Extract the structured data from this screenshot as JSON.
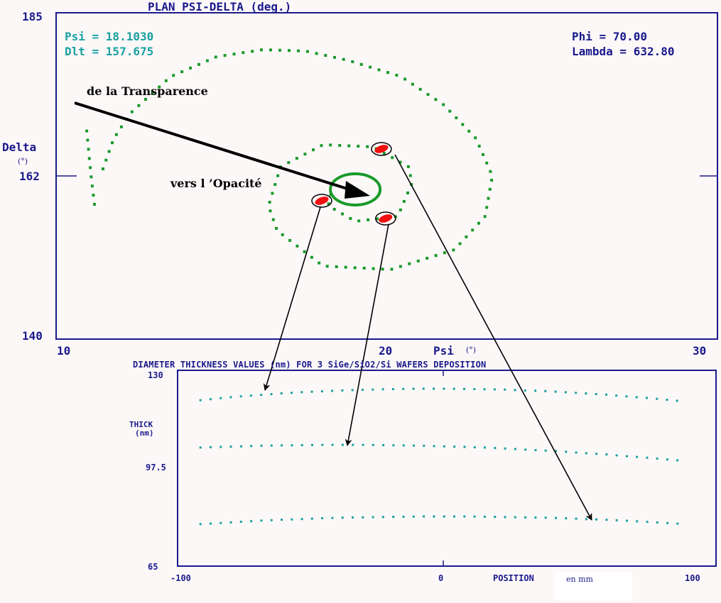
{
  "colors": {
    "axis": "#1a1a8c",
    "readout": "#1aa0a0",
    "trajectory": "#1a9a2a",
    "measure": "#f01010",
    "thickness": "#1aa0a0",
    "annotation": "#000000"
  },
  "chart_data": [
    {
      "type": "scatter",
      "title": "PLAN PSI-DELTA (deg.)",
      "xlabel": "Psi",
      "xunit": "(°)",
      "ylabel": "Delta",
      "yunit": "(°)",
      "xlim": [
        10,
        30
      ],
      "ylim": [
        140,
        185
      ],
      "xticks": [
        "10",
        "20",
        "30"
      ],
      "yticks": [
        "185",
        "162",
        "140"
      ],
      "readout": {
        "psi": "Psi = 18.1030",
        "dlt": "Dlt = 157.675",
        "phi": "Phi = 70.00",
        "lambda": "Lambda = 632.80"
      },
      "annotations": {
        "transparence": "de la Transparence",
        "opacite": "vers l ’Opacité"
      },
      "series": [
        {
          "name": "trajectory-hook",
          "points": [
            [
              10.91,
              158.0
            ],
            [
              10.8,
              162.3
            ],
            [
              10.65,
              169.3
            ]
          ]
        },
        {
          "name": "trajectory-spiral",
          "points": [
            [
              11.18,
              163.0
            ],
            [
              11.51,
              167.2
            ],
            [
              12.03,
              170.8
            ],
            [
              13.3,
              176.0
            ],
            [
              14.74,
              178.8
            ],
            [
              16.19,
              179.8
            ],
            [
              17.53,
              179.6
            ],
            [
              18.86,
              178.3
            ],
            [
              20.53,
              176.0
            ],
            [
              21.87,
              172.0
            ],
            [
              22.87,
              167.3
            ],
            [
              23.39,
              162.0
            ],
            [
              23.16,
              156.3
            ],
            [
              22.2,
              151.6
            ],
            [
              20.2,
              148.8
            ],
            [
              18.08,
              149.3
            ],
            [
              16.64,
              154.3
            ],
            [
              16.37,
              157.8
            ],
            [
              16.75,
              163.3
            ],
            [
              18.08,
              166.4
            ],
            [
              19.64,
              166.1
            ],
            [
              20.76,
              163.3
            ],
            [
              20.87,
              161.0
            ],
            [
              20.42,
              156.3
            ],
            [
              19.09,
              155.6
            ],
            [
              18.24,
              157.8
            ],
            [
              18.37,
              160.3
            ]
          ]
        }
      ],
      "end_circle": {
        "psi": 19.09,
        "delta": 160.1,
        "r_psi": 0.78,
        "r_delta": 2.2
      },
      "measurements": [
        [
          19.91,
          165.8
        ],
        [
          18.04,
          158.5
        ],
        [
          20.04,
          156.0
        ]
      ]
    },
    {
      "type": "scatter",
      "title": "DIAMETER THICKNESS VALUES (nm) FOR 3 SiGe/SiO2/Si WAFERS DEPOSITION",
      "xlabel": "POSITION",
      "xunit": "en mm",
      "ylabel": "THICK",
      "yunit": "(nm)",
      "xlim": [
        -100,
        100
      ],
      "ylim": [
        65,
        130
      ],
      "xticks": [
        "-100",
        "0",
        "100"
      ],
      "yticks": [
        "130",
        "97.5",
        "65"
      ],
      "x": [
        -96,
        -88,
        -80,
        -72,
        -64,
        -56,
        -48,
        -40,
        -32,
        -24,
        -16,
        -8,
        0,
        8,
        16,
        24,
        32,
        40,
        48,
        56,
        64,
        72,
        80,
        88,
        96
      ],
      "series": [
        {
          "name": "wafer-1",
          "values": [
            121.1,
            121.8,
            122.4,
            122.9,
            123.4,
            123.8,
            124.1,
            124.4,
            124.6,
            124.8,
            124.9,
            125.0,
            125.0,
            124.9,
            124.8,
            124.7,
            124.4,
            124.2,
            123.8,
            123.4,
            123.0,
            122.4,
            121.9,
            121.3,
            120.6
          ]
        },
        {
          "name": "wafer-2",
          "values": [
            105.1,
            105.3,
            105.5,
            105.7,
            105.8,
            105.9,
            106.0,
            106.0,
            106.0,
            105.9,
            105.8,
            105.7,
            105.5,
            105.3,
            105.1,
            104.8,
            104.4,
            104.1,
            103.7,
            103.2,
            102.8,
            102.2,
            101.7,
            101.1,
            100.5
          ]
        },
        {
          "name": "wafer-3",
          "values": [
            79.2,
            79.6,
            80.0,
            80.4,
            80.7,
            80.9,
            81.2,
            81.4,
            81.5,
            81.6,
            81.7,
            81.8,
            81.8,
            81.8,
            81.7,
            81.6,
            81.5,
            81.4,
            81.2,
            80.9,
            80.7,
            80.4,
            80.0,
            79.6,
            79.2
          ]
        }
      ]
    }
  ]
}
